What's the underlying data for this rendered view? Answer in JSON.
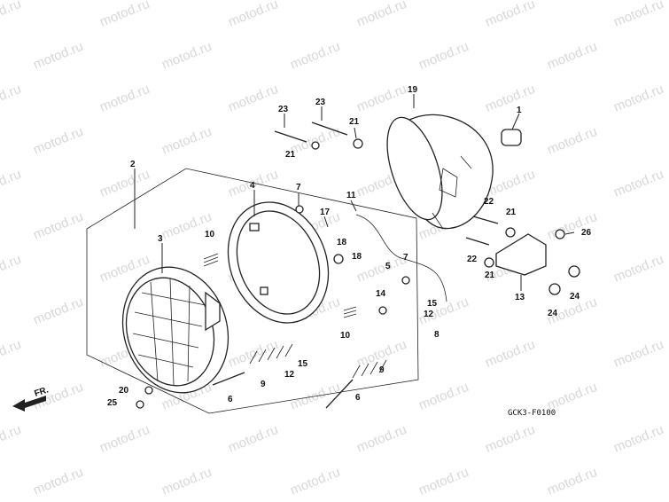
{
  "watermark": "motod.ru",
  "diagram_code": "GCK3-F0100",
  "front_arrow_label": "FR.",
  "callouts": {
    "p1": "1",
    "p2": "2",
    "p3": "3",
    "p4": "4",
    "p5": "5",
    "p6a": "6",
    "p6b": "6",
    "p7a": "7",
    "p7b": "7",
    "p8": "8",
    "p9a": "9",
    "p9b": "9",
    "p10a": "10",
    "p10b": "10",
    "p11": "11",
    "p12a": "12",
    "p12b": "12",
    "p13": "13",
    "p14": "14",
    "p15a": "15",
    "p15b": "15",
    "p17": "17",
    "p18a": "18",
    "p18b": "18",
    "p19": "19",
    "p20": "20",
    "p21a": "21",
    "p21b": "21",
    "p21c": "21",
    "p21d": "21",
    "p22a": "22",
    "p22b": "22",
    "p23a": "23",
    "p23b": "23",
    "p24a": "24",
    "p24b": "24",
    "p25": "25",
    "p26": "26"
  }
}
